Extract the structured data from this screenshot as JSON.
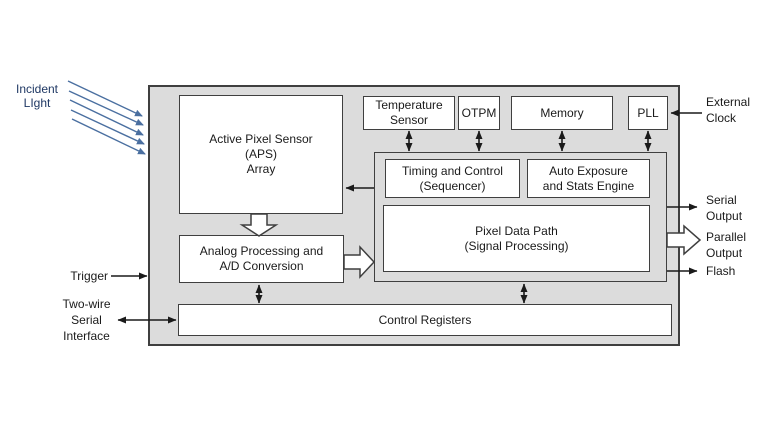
{
  "colors": {
    "chip_fill": "#DCDCDC",
    "box_border": "#3F3F3F",
    "line_color": "#1A1A1A",
    "incident_arrow": "#4A6FA0",
    "incident_text": "#1F3864",
    "label_text": "#1A1A1A"
  },
  "blocks": {
    "aps": "Active Pixel Sensor\n(APS)\nArray",
    "temperature_sensor": "Temperature\nSensor",
    "otpm": "OTPM",
    "memory": "Memory",
    "pll": "PLL",
    "timing_control": "Timing and Control\n(Sequencer)",
    "auto_exposure": "Auto Exposure\nand Stats Engine",
    "pixel_data_path": "Pixel Data Path\n(Signal Processing)",
    "analog_processing": "Analog Processing and\nA/D Conversion",
    "control_registers": "Control Registers"
  },
  "io_labels": {
    "incident_light": "Incident\nLIght",
    "external_clock": "External\nClock",
    "serial_output": "Serial\nOutput",
    "parallel_output": "Parallel\nOutput",
    "flash": "Flash",
    "trigger": "Trigger",
    "two_wire_serial_interface": "Two-wire\nSerial\nInterface"
  }
}
